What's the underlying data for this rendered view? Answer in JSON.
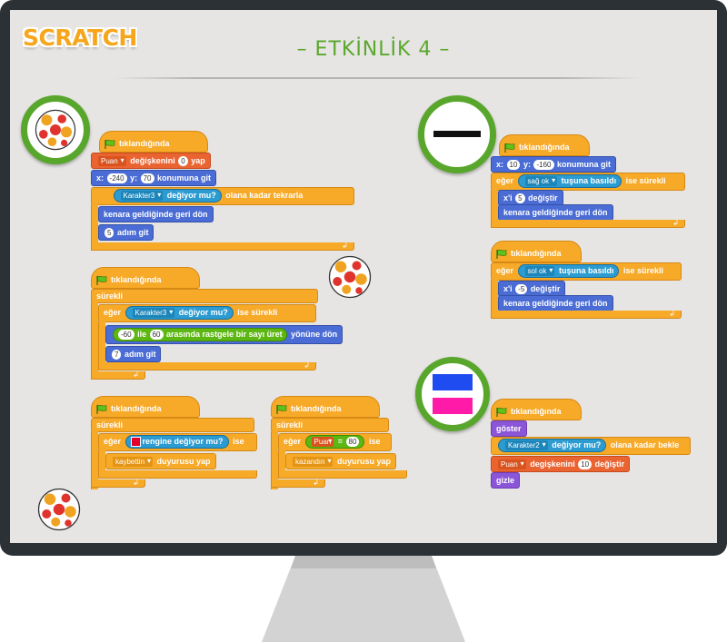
{
  "header": {
    "logo": "SCRATCH",
    "title": "– ETKİNLİK 4 –"
  },
  "colors": {
    "accent_green": "#58a72c",
    "events": "#f7a928",
    "motion": "#4a6cd4",
    "data": "#ea6432",
    "looks": "#8a55d7",
    "sensing": "#2b9bd1",
    "operators": "#5cb712"
  },
  "icons": {
    "flag": "green-flag-icon",
    "ball": "polka-dot-ball-icon",
    "line": "black-line-sprite",
    "box": "blue-pink-box-sprite"
  },
  "scripts": {
    "s1": {
      "hat": "tıklandığında",
      "set_var": "Puan",
      "set_label": "değişkenini",
      "set_val": "0",
      "set_end": "yap",
      "goto_x_label": "x:",
      "goto_x": "-240",
      "goto_y_label": "y:",
      "goto_y": "70",
      "goto_end": "konumuna git",
      "repeat_sprite": "Karakter3",
      "repeat_sense": "değiyor mu?",
      "repeat_end": "olana kadar tekrarla",
      "bounce": "kenara geldiğinde geri dön",
      "move_val": "5",
      "move_label": "adım git"
    },
    "s2": {
      "hat": "tıklandığında",
      "forever": "sürekli",
      "if": "eğer",
      "sprite": "Karakter3",
      "sense": "değiyor mu?",
      "if_end": "ise sürekli",
      "rand_a": "-60",
      "rand_mid1": "ile",
      "rand_b": "60",
      "rand_mid2": "arasında rastgele bir sayı üret",
      "point_end": "yönüne dön",
      "move_val": "7",
      "move_label": "adım git"
    },
    "s3": {
      "hat": "tıklandığında",
      "forever": "sürekli",
      "if": "eğer",
      "sense": "rengine değiyor mu?",
      "if_end": "ise",
      "broadcast": "kaybettin",
      "broadcast_end": "duyurusu yap"
    },
    "s4": {
      "hat": "tıklandığında",
      "forever": "sürekli",
      "if": "eğer",
      "var": "Puan",
      "op": "=",
      "val": "80",
      "if_end": "ise",
      "broadcast": "kazandın",
      "broadcast_end": "duyurusu yap"
    },
    "s5": {
      "hat": "tıklandığında",
      "goto_x_label": "x:",
      "goto_x": "10",
      "goto_y_label": "y:",
      "goto_y": "-160",
      "goto_end": "konumuna git",
      "if": "eğer",
      "key": "sağ ok",
      "key_end": "tuşuna basıldı",
      "if_end": "ise sürekli",
      "change_x": "x'i",
      "change_val": "5",
      "change_end": "değiştir",
      "bounce": "kenara geldiğinde geri dön"
    },
    "s6": {
      "hat": "tıklandığında",
      "if": "eğer",
      "key": "sol ok",
      "key_end": "tuşuna basıldı",
      "if_end": "ise sürekli",
      "change_x": "x'i",
      "change_val": "-5",
      "change_end": "değiştir",
      "bounce": "kenara geldiğinde geri dön"
    },
    "s7": {
      "hat": "tıklandığında",
      "show": "göster",
      "sprite": "Karakter2",
      "sense": "değiyor mu?",
      "wait_end": "olana kadar bekle",
      "var": "Puan",
      "change_label": "degişkenini",
      "change_val": "10",
      "change_end": "değiştir",
      "hide": "gizle"
    }
  }
}
